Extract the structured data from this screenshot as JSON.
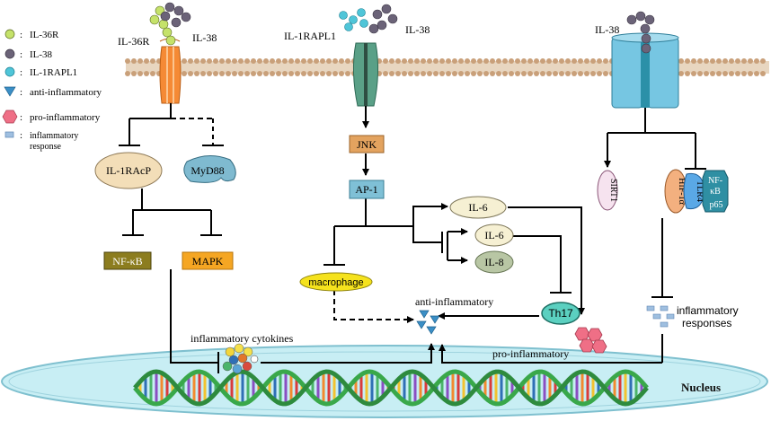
{
  "legend": [
    {
      "icon": "il36r-ball-icon",
      "color": "#c5e26a",
      "label": "IL-36R"
    },
    {
      "icon": "il38-ball-icon",
      "color": "#6b6378",
      "label": "IL-38"
    },
    {
      "icon": "il1rapl1-ball-icon",
      "color": "#4fc5d8",
      "label": "IL-1RAPL1"
    },
    {
      "icon": "triangle-icon",
      "color": "#3b8fc6",
      "label": "anti-inflammatory"
    },
    {
      "icon": "hexagon-icon",
      "color": "#ef6f86",
      "label": "pro-inflammatory"
    },
    {
      "icon": "square-icon",
      "color": "#9fbfe0",
      "label": "inflammatory",
      "label2": "response"
    }
  ],
  "legend_separator": ":",
  "receptors": {
    "left": {
      "label_a": "IL-36R",
      "label_b": "IL-38",
      "color": "#f58a35"
    },
    "middle": {
      "label_a": "IL-1RAPL1",
      "label_b": "IL-38",
      "color": "#5aa087"
    },
    "right": {
      "label_a": "IL-38",
      "color": "#76c6e2"
    }
  },
  "nodes": {
    "il1racp": "IL-1RAcP",
    "myd88": "MyD88",
    "nfkb_left": "NF-κB",
    "mapk": "MAPK",
    "jnk": "JNK",
    "ap1": "AP-1",
    "il6_a": "IL-6",
    "il6_b": "IL-6",
    "il8": "IL-8",
    "macrophage": "macrophage",
    "th17": "Th17",
    "sirt1": "SIRT1",
    "hif1a": "HIF-1α",
    "tlr4": "TLR4",
    "nfkb_right_a": "NF-",
    "nfkb_right_b": "κB",
    "p65": "p65"
  },
  "labels": {
    "inflammatory_cytokines": "inflammatory cytokines",
    "anti_inflammatory": "anti-inflammatory",
    "pro_inflammatory": "pro-inflammatory",
    "inflammatory_responses_a": "inflammatory",
    "inflammatory_responses_b": "responses",
    "nucleus": "Nucleus"
  },
  "colors": {
    "membrane_head": "#c9a07a",
    "membrane_tail": "#e8d6c0",
    "nucleus_fill": "#c8eef4",
    "nucleus_border": "#7fc0cf",
    "jnk_box": "#e3a35f",
    "ap1_box": "#7fc0d6",
    "nfkb_box": "#8c7d1f",
    "mapk_box": "#f5a623",
    "il1racp_fill": "#f3deb8",
    "myd88_fill": "#7fbad0",
    "il6_fill": "#f6f0d3",
    "il8_fill": "#b8c6a4",
    "macrophage_fill": "#f5e21d",
    "th17_fill": "#5bd0c0"
  }
}
